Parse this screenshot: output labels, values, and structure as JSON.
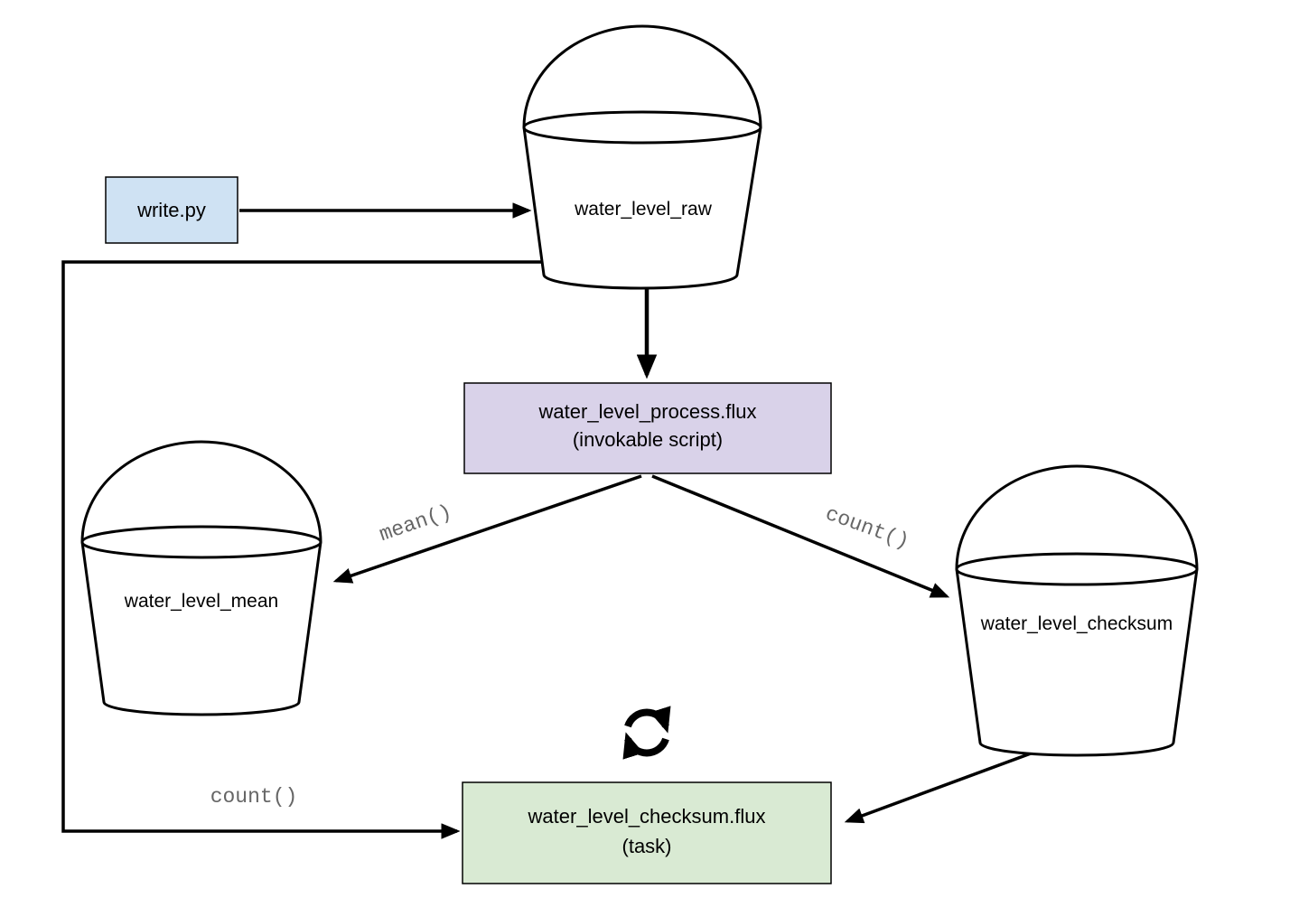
{
  "diagram": {
    "background": "#ffffff",
    "nodes": {
      "write_script": {
        "label": "write.py",
        "fill": "#cfe2f3"
      },
      "raw_bucket": {
        "label": "water_level_raw"
      },
      "process_script": {
        "label": "water_level_process.flux",
        "sublabel": "(invokable script)",
        "fill": "#d9d2e9"
      },
      "mean_bucket": {
        "label": "water_level_mean"
      },
      "checksum_bucket": {
        "label": "water_level_checksum"
      },
      "task_script": {
        "label": "water_level_checksum.flux",
        "sublabel": "(task)",
        "fill": "#d9ead3"
      }
    },
    "edge_labels": {
      "mean": "mean()",
      "count_right": "count()",
      "count_left": "count()"
    },
    "colors": {
      "stroke": "#000000",
      "edge_label": "#666666"
    }
  }
}
